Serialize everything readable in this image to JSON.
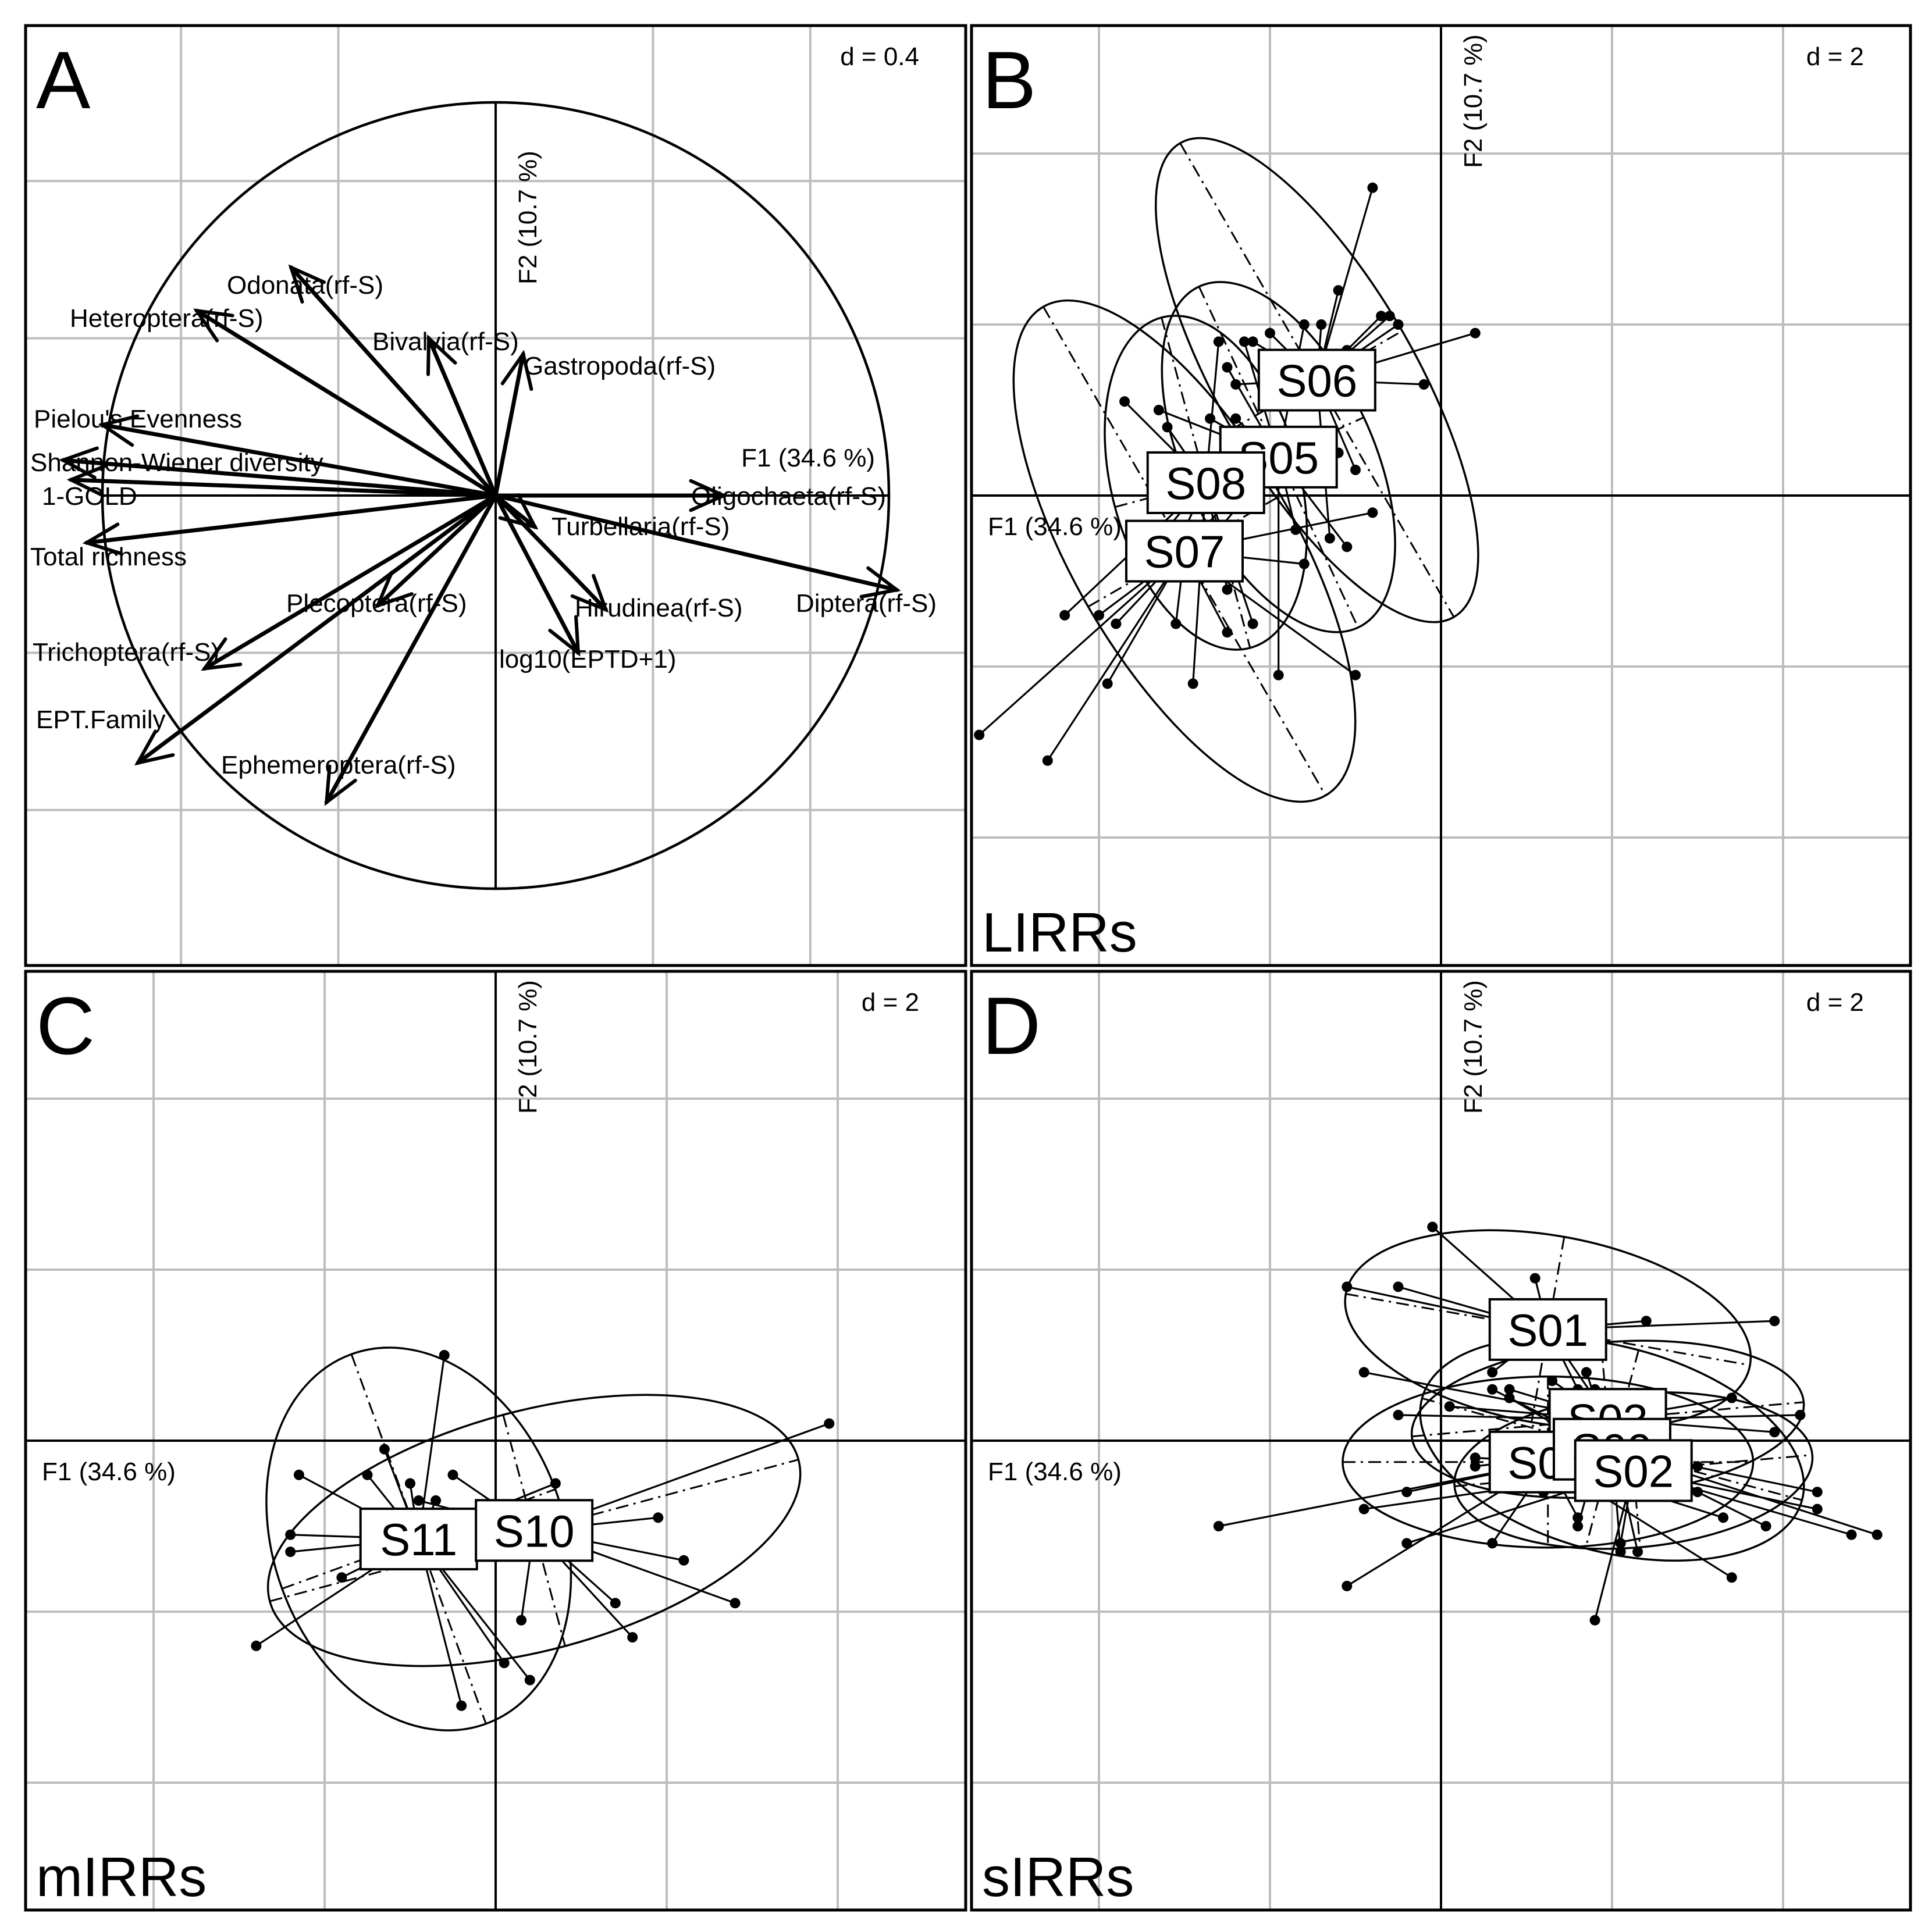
{
  "chart_data": [
    {
      "panel": "A",
      "type": "scatter",
      "grid_label": "d = 0.4",
      "xlabel": "F1 (34.6 %)",
      "ylabel": "F2 (10.7 %)",
      "xlim": [
        -1.2,
        1.2
      ],
      "ylim": [
        -1.2,
        1.2
      ],
      "grid_step": 0.4,
      "vectors": [
        {
          "label": "Odonata(rf-S)",
          "x": -0.52,
          "y": 0.58
        },
        {
          "label": "Heteroptera(rf-S)",
          "x": -0.76,
          "y": 0.47
        },
        {
          "label": "Bivalvia(rf-S)",
          "x": -0.17,
          "y": 0.4
        },
        {
          "label": "Gastropoda(rf-S)",
          "x": 0.07,
          "y": 0.36
        },
        {
          "label": "Pielou's Evenness",
          "x": -1.0,
          "y": 0.18
        },
        {
          "label": "Shannon-Wiener diversity",
          "x": -1.1,
          "y": 0.09
        },
        {
          "label": "1-GOLD",
          "x": -1.08,
          "y": 0.04
        },
        {
          "label": "Total richness",
          "x": -1.04,
          "y": -0.12
        },
        {
          "label": "F1 (34.6 %)",
          "x": 0.0,
          "y": 0.0
        },
        {
          "label": "Oligochaeta(rf-S)",
          "x": 0.58,
          "y": 0.0
        },
        {
          "label": "Turbellaria(rf-S)",
          "x": 0.1,
          "y": -0.08
        },
        {
          "label": "Hirudinea(rf-S)",
          "x": 0.28,
          "y": -0.29
        },
        {
          "label": "Diptera(rf-S)",
          "x": 1.02,
          "y": -0.24
        },
        {
          "label": "Plecoptera(rf-S)",
          "x": -0.3,
          "y": -0.28
        },
        {
          "label": "log10(EPTD+1)",
          "x": 0.21,
          "y": -0.4
        },
        {
          "label": "Trichoptera(rf-S)",
          "x": -0.74,
          "y": -0.44
        },
        {
          "label": "EPT.Family",
          "x": -0.91,
          "y": -0.68
        },
        {
          "label": "Ephemeroptera(rf-S)",
          "x": -0.43,
          "y": -0.78
        }
      ]
    },
    {
      "panel": "B",
      "type": "scatter",
      "title": "LIRRs",
      "grid_label": "d = 2",
      "xlabel": "F1 (34.6 %)",
      "ylabel": "F2 (10.7 %)",
      "xlim": [
        -5.4,
        5.4
      ],
      "ylim": [
        -5.4,
        5.4
      ],
      "grid_step": 2,
      "groups": [
        {
          "name": "S06",
          "center": [
            -1.45,
            1.35
          ],
          "ellipse": {
            "rx": 1.15,
            "ry": 3.2,
            "angle": -30
          },
          "points": [
            [
              -0.8,
              3.6
            ],
            [
              -0.7,
              2.1
            ],
            [
              -0.5,
              2.0
            ],
            [
              -1.2,
              2.4
            ],
            [
              -1.4,
              2.0
            ],
            [
              -2.4,
              1.3
            ],
            [
              -1.0,
              1.6
            ],
            [
              -2.2,
              1.8
            ],
            [
              -0.2,
              1.3
            ],
            [
              0.4,
              1.9
            ],
            [
              -2.0,
              1.9
            ],
            [
              -1.0,
              0.3
            ],
            [
              -1.3,
              -0.5
            ],
            [
              -0.6,
              2.1
            ],
            [
              -1.1,
              1.7
            ]
          ]
        },
        {
          "name": "S05",
          "center": [
            -1.9,
            0.45
          ],
          "ellipse": {
            "rx": 1.1,
            "ry": 2.2,
            "angle": -25
          },
          "points": [
            [
              -1.6,
              2.0
            ],
            [
              -2.3,
              1.8
            ],
            [
              -2.5,
              1.5
            ],
            [
              -1.2,
              0.5
            ],
            [
              -2.7,
              0.9
            ],
            [
              -3.3,
              1.0
            ],
            [
              -1.1,
              -0.6
            ],
            [
              -1.9,
              -2.1
            ],
            [
              -2.4,
              0.9
            ],
            [
              -1.5,
              0.5
            ],
            [
              -2.6,
              -0.4
            ],
            [
              -1.7,
              -0.4
            ]
          ]
        },
        {
          "name": "S08",
          "center": [
            -2.75,
            0.15
          ],
          "ellipse": {
            "rx": 1.1,
            "ry": 2.0,
            "angle": -15
          },
          "points": [
            [
              -3.7,
              1.1
            ],
            [
              -2.6,
              1.8
            ],
            [
              -3.2,
              0.8
            ],
            [
              -4.4,
              -1.4
            ],
            [
              -2.9,
              -2.2
            ],
            [
              -2.2,
              -1.5
            ],
            [
              -3.0,
              -0.4
            ],
            [
              -2.5,
              -1.1
            ],
            [
              -3.3,
              -0.5
            ],
            [
              -2.0,
              0.5
            ]
          ]
        },
        {
          "name": "S07",
          "center": [
            -3.0,
            -0.65
          ],
          "ellipse": {
            "rx": 1.3,
            "ry": 3.3,
            "angle": -30
          },
          "points": [
            [
              -5.4,
              -2.8
            ],
            [
              -4.6,
              -3.1
            ],
            [
              -3.9,
              -2.2
            ],
            [
              -4.0,
              -1.4
            ],
            [
              -2.5,
              -1.6
            ],
            [
              -0.8,
              -0.2
            ],
            [
              -1.0,
              -2.1
            ],
            [
              -2.7,
              -0.9
            ],
            [
              -3.8,
              -1.5
            ],
            [
              -3.1,
              -1.5
            ],
            [
              -2.1,
              0.4
            ],
            [
              -1.6,
              -0.8
            ]
          ]
        }
      ]
    },
    {
      "panel": "C",
      "type": "scatter",
      "title": "mIRRs",
      "grid_label": "d = 2",
      "xlabel": "F1 (34.6 %)",
      "ylabel": "F2 (10.7 %)",
      "xlim": [
        -5.4,
        5.4
      ],
      "ylim": [
        -5.4,
        5.4
      ],
      "grid_step": 2,
      "groups": [
        {
          "name": "S11",
          "center": [
            -0.9,
            -1.15
          ],
          "ellipse": {
            "rx": 1.7,
            "ry": 2.3,
            "angle": -20
          },
          "points": [
            [
              -2.3,
              -0.4
            ],
            [
              -2.4,
              -1.1
            ],
            [
              -2.4,
              -1.3
            ],
            [
              -1.3,
              -0.1
            ],
            [
              -1.0,
              -0.5
            ],
            [
              -0.6,
              1.0
            ],
            [
              -0.7,
              -0.7
            ],
            [
              -1.8,
              -1.6
            ],
            [
              -2.8,
              -2.4
            ],
            [
              -0.4,
              -3.1
            ],
            [
              0.1,
              -2.6
            ],
            [
              0.4,
              -2.8
            ],
            [
              0.7,
              -0.5
            ],
            [
              -1.5,
              -0.4
            ],
            [
              0.6,
              -1.1
            ]
          ]
        },
        {
          "name": "S10",
          "center": [
            0.45,
            -1.05
          ],
          "ellipse": {
            "rx": 3.2,
            "ry": 1.4,
            "angle": -15
          },
          "points": [
            [
              3.9,
              0.2
            ],
            [
              1.9,
              -0.9
            ],
            [
              2.2,
              -1.4
            ],
            [
              2.8,
              -1.9
            ],
            [
              1.4,
              -1.9
            ],
            [
              1.6,
              -2.3
            ],
            [
              0.2,
              -1.2
            ],
            [
              -0.9,
              -0.7
            ],
            [
              -0.5,
              -0.4
            ],
            [
              -0.2,
              -0.9
            ],
            [
              0.1,
              -1.2
            ],
            [
              0.3,
              -2.1
            ]
          ]
        }
      ]
    },
    {
      "panel": "D",
      "type": "scatter",
      "title": "sIRRs",
      "grid_label": "d = 2",
      "xlabel": "F1 (34.6 %)",
      "ylabel": "F2 (10.7 %)",
      "xlim": [
        -5.4,
        5.4
      ],
      "ylim": [
        -5.4,
        5.4
      ],
      "grid_step": 2,
      "groups": [
        {
          "name": "S01",
          "center": [
            1.25,
            1.3
          ],
          "ellipse": {
            "rx": 2.4,
            "ry": 1.1,
            "angle": 10
          },
          "points": [
            [
              -0.1,
              2.5
            ],
            [
              -0.5,
              1.8
            ],
            [
              -1.1,
              1.8
            ],
            [
              0.8,
              1.6
            ],
            [
              1.1,
              1.9
            ],
            [
              1.6,
              1.3
            ],
            [
              2.4,
              1.4
            ],
            [
              3.9,
              1.4
            ],
            [
              2.0,
              0.2
            ],
            [
              1.6,
              0.6
            ],
            [
              0.6,
              0.8
            ]
          ]
        },
        {
          "name": "S03",
          "center": [
            1.95,
            0.25
          ],
          "ellipse": {
            "rx": 2.3,
            "ry": 0.9,
            "angle": -5
          },
          "points": [
            [
              -0.9,
              0.8
            ],
            [
              -0.5,
              0.3
            ],
            [
              0.1,
              0.4
            ],
            [
              0.8,
              0.6
            ],
            [
              1.3,
              0.7
            ],
            [
              2.3,
              0.5
            ],
            [
              3.4,
              0.5
            ],
            [
              4.2,
              0.3
            ],
            [
              3.9,
              0.1
            ],
            [
              1.6,
              -1.0
            ],
            [
              2.3,
              -1.3
            ]
          ]
        },
        {
          "name": "S04",
          "center": [
            1.25,
            -0.25
          ],
          "ellipse": {
            "rx": 2.4,
            "ry": 1.0,
            "angle": 0
          },
          "points": [
            [
              -2.6,
              -1.0
            ],
            [
              -1.1,
              -1.7
            ],
            [
              0.6,
              -1.2
            ],
            [
              1.2,
              -0.6
            ],
            [
              1.6,
              -0.9
            ],
            [
              2.8,
              -0.2
            ],
            [
              3.4,
              -1.6
            ],
            [
              3.3,
              -0.9
            ],
            [
              1.8,
              0.6
            ],
            [
              0.4,
              -0.2
            ],
            [
              -0.4,
              -0.6
            ]
          ]
        },
        {
          "name": "S09",
          "center": [
            2.0,
            -0.1
          ],
          "ellipse": {
            "rx": 2.3,
            "ry": 1.2,
            "angle": 15
          },
          "points": [
            [
              4.4,
              -0.6
            ],
            [
              3.8,
              -1.0
            ],
            [
              5.1,
              -1.1
            ],
            [
              2.1,
              -1.3
            ],
            [
              1.4,
              -0.4
            ],
            [
              2.6,
              0.2
            ],
            [
              3.0,
              -0.3
            ],
            [
              1.7,
              0.8
            ],
            [
              0.6,
              0.6
            ],
            [
              0.4,
              -0.3
            ]
          ]
        },
        {
          "name": "S02",
          "center": [
            2.25,
            -0.35
          ],
          "ellipse": {
            "rx": 2.1,
            "ry": 0.9,
            "angle": -5
          },
          "points": [
            [
              -0.4,
              -1.2
            ],
            [
              -0.9,
              -0.8
            ],
            [
              3.0,
              -0.6
            ],
            [
              4.4,
              -0.8
            ],
            [
              4.8,
              -1.1
            ],
            [
              2.1,
              -1.2
            ],
            [
              1.8,
              -2.1
            ],
            [
              1.2,
              -0.6
            ],
            [
              0.8,
              0.5
            ]
          ]
        }
      ]
    }
  ]
}
